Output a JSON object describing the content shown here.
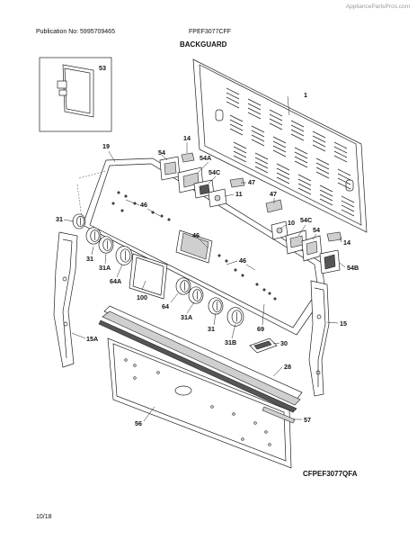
{
  "header": {
    "site": "AppliancePartsPros.com",
    "publication": "Publication No: 5995709465",
    "model": "FPEF3077CFF",
    "section_title": "BACKGUARD"
  },
  "footer": {
    "diagram_code": "CFPEF3077QFA",
    "page": "10/18"
  },
  "callouts": {
    "c53": "53",
    "c1": "1",
    "c14a": "14",
    "c54a": "54",
    "c54A_a": "54A",
    "c19": "19",
    "c54C_a": "54C",
    "c47a": "47",
    "c11": "11",
    "c46a": "46",
    "c47b": "47",
    "c31a": "31",
    "c46b": "46",
    "c10": "10",
    "c54C_b": "54C",
    "c54b": "54",
    "c14b": "14",
    "c31b": "31",
    "c31A_a": "31A",
    "c46c": "46",
    "c64A": "64A",
    "c54B": "54B",
    "c100": "100",
    "c64": "64",
    "c31A_b": "31A",
    "c15": "15",
    "c31c": "31",
    "c69": "69",
    "c15A": "15A",
    "c31B": "31B",
    "c30": "30",
    "c28": "28",
    "c56": "56",
    "c57": "57"
  }
}
